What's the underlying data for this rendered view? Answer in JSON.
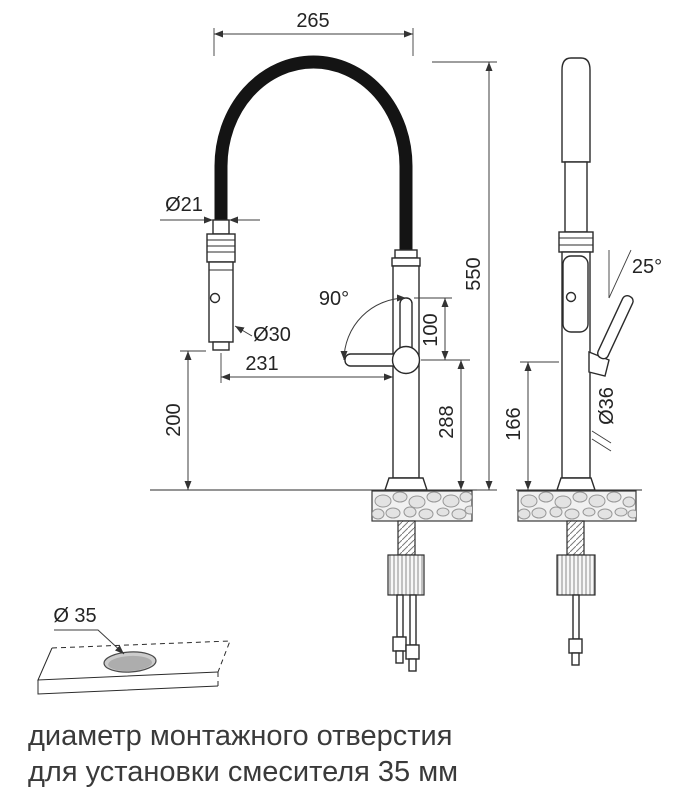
{
  "front_view": {
    "width_top": "265",
    "hose_diameter": "Ø21",
    "total_height": "550",
    "handle_angle": "90°",
    "handle_length": "100",
    "spray_diameter": "Ø30",
    "spout_reach": "231",
    "spout_height": "288",
    "spray_clearance": "200"
  },
  "side_view": {
    "handle_tilt": "25°",
    "body_diameter": "Ø36",
    "lower_height": "166"
  },
  "hole_detail": {
    "hole_diameter": "Ø 35"
  },
  "caption": {
    "line1": "диаметр монтажного отверстия",
    "line2": "для установки смесителя 35 мм"
  },
  "colors": {
    "ink": "#2b2b2b",
    "dimension": "#3c3c3c",
    "caption": "#3a3a3a",
    "hose": "#141414"
  }
}
